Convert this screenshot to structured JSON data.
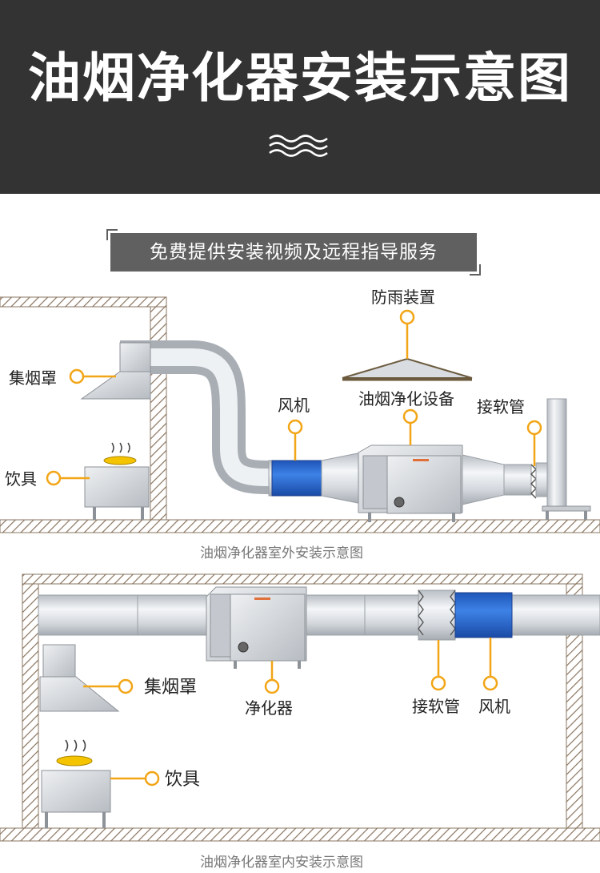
{
  "header": {
    "title": "油烟净化器安装示意图"
  },
  "banner": {
    "text": "免费提供安装视频及远程指导服务"
  },
  "outdoor": {
    "labels": {
      "hood": "集烟罩",
      "stove": "饮具",
      "fan": "风机",
      "rain_cover": "防雨装置",
      "purifier": "油烟净化设备",
      "soft_pipe": "接软管"
    },
    "caption": "油烟净化器室外安装示意图"
  },
  "indoor": {
    "labels": {
      "hood": "集烟罩",
      "stove": "饮具",
      "purifier": "净化器",
      "soft_pipe": "接软管",
      "fan": "风机"
    },
    "caption": "油烟净化器室内安装示意图"
  },
  "colors": {
    "header_bg": "#333333",
    "banner_bg": "#606060",
    "fan_blue": "#2f6fd6",
    "callout_orange": "#f2a516",
    "hatch_brown": "#8a7560"
  }
}
